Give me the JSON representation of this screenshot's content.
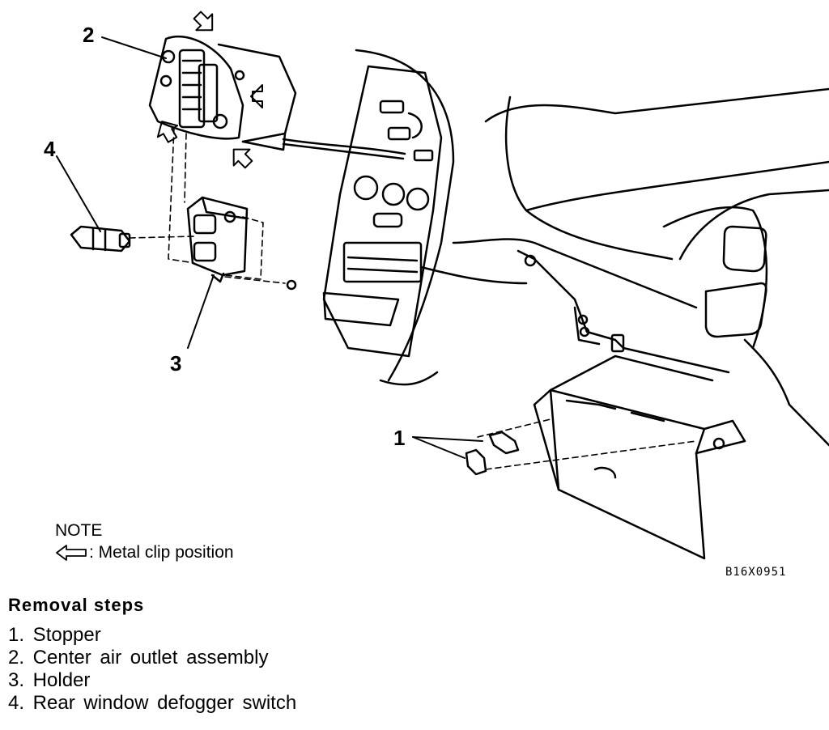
{
  "callouts": {
    "c1": "1",
    "c2": "2",
    "c3": "3",
    "c4": "4"
  },
  "note": {
    "title": "NOTE",
    "clip_text": ": Metal clip position",
    "clip_icon": "hollow-arrow-left-icon"
  },
  "figure_code": "B16X0951",
  "removal": {
    "title": "Removal steps",
    "steps": [
      "1. Stopper",
      "2. Center air outlet assembly",
      "3. Holder",
      "4. Rear window defogger switch"
    ]
  }
}
